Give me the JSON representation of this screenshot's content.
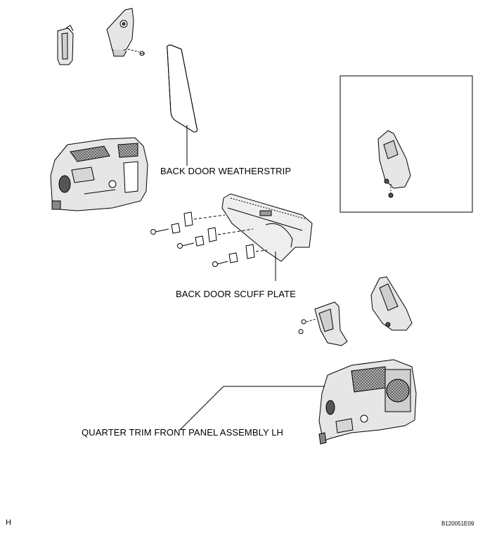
{
  "labels": {
    "weatherstrip": "BACK DOOR WEATHERSTRIP",
    "scuff_plate": "BACK DOOR SCUFF PLATE",
    "quarter_trim": "QUARTER TRIM FRONT PANEL ASSEMBLY LH"
  },
  "corner": {
    "left": "H",
    "code": "B120051E09"
  },
  "colors": {
    "line": "#000000",
    "part_fill": "#e6e6e6",
    "dark_fill": "#555555",
    "background": "#ffffff"
  }
}
